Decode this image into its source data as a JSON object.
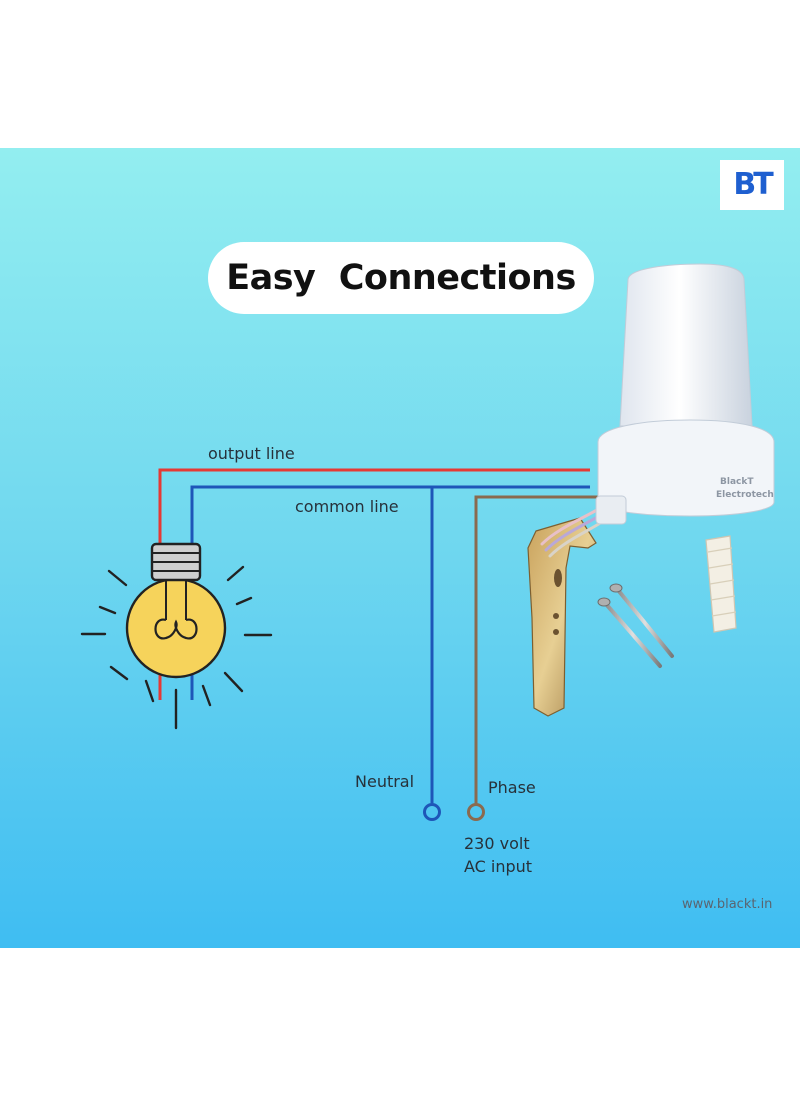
{
  "brand": {
    "logo_text": "BT"
  },
  "title": "Easy  Connections",
  "device": {
    "imprint_line1": "BlackT",
    "imprint_line2": "Electrotech"
  },
  "labels": {
    "output_line": "output line",
    "common_line": "common line",
    "neutral": "Neutral",
    "phase": "Phase",
    "input_line1": "230 volt",
    "input_line2": "AC input"
  },
  "website": "www.blackt.in",
  "colors": {
    "output_wire": "#e53935",
    "common_wire": "#1e56b8",
    "phase_wire": "#8a6a4f",
    "bulb_glass": "#f6d35b",
    "brand_blue": "#1e5fd0"
  }
}
